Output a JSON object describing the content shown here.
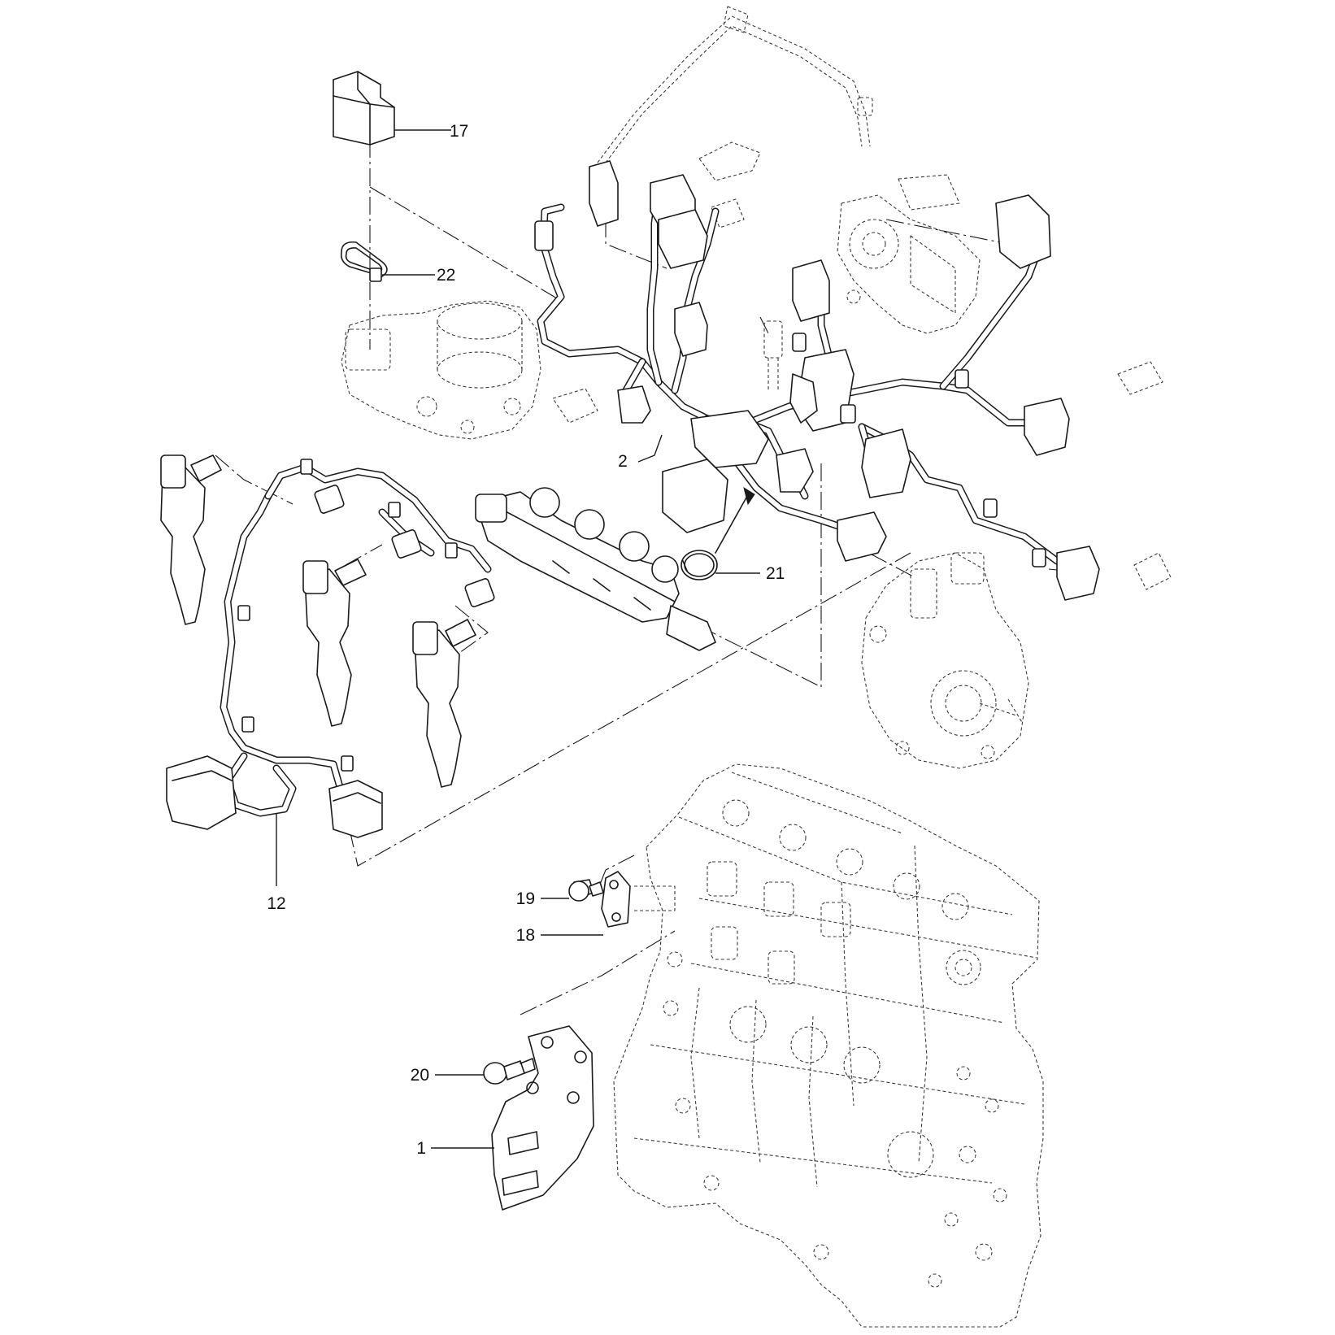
{
  "callouts": [
    {
      "id": "c1",
      "label": "1"
    },
    {
      "id": "c2",
      "label": "2"
    },
    {
      "id": "c12",
      "label": "12"
    },
    {
      "id": "c17",
      "label": "17"
    },
    {
      "id": "c18",
      "label": "18"
    },
    {
      "id": "c19",
      "label": "19"
    },
    {
      "id": "c20",
      "label": "20"
    },
    {
      "id": "c21",
      "label": "21"
    },
    {
      "id": "c22",
      "label": "22"
    }
  ]
}
